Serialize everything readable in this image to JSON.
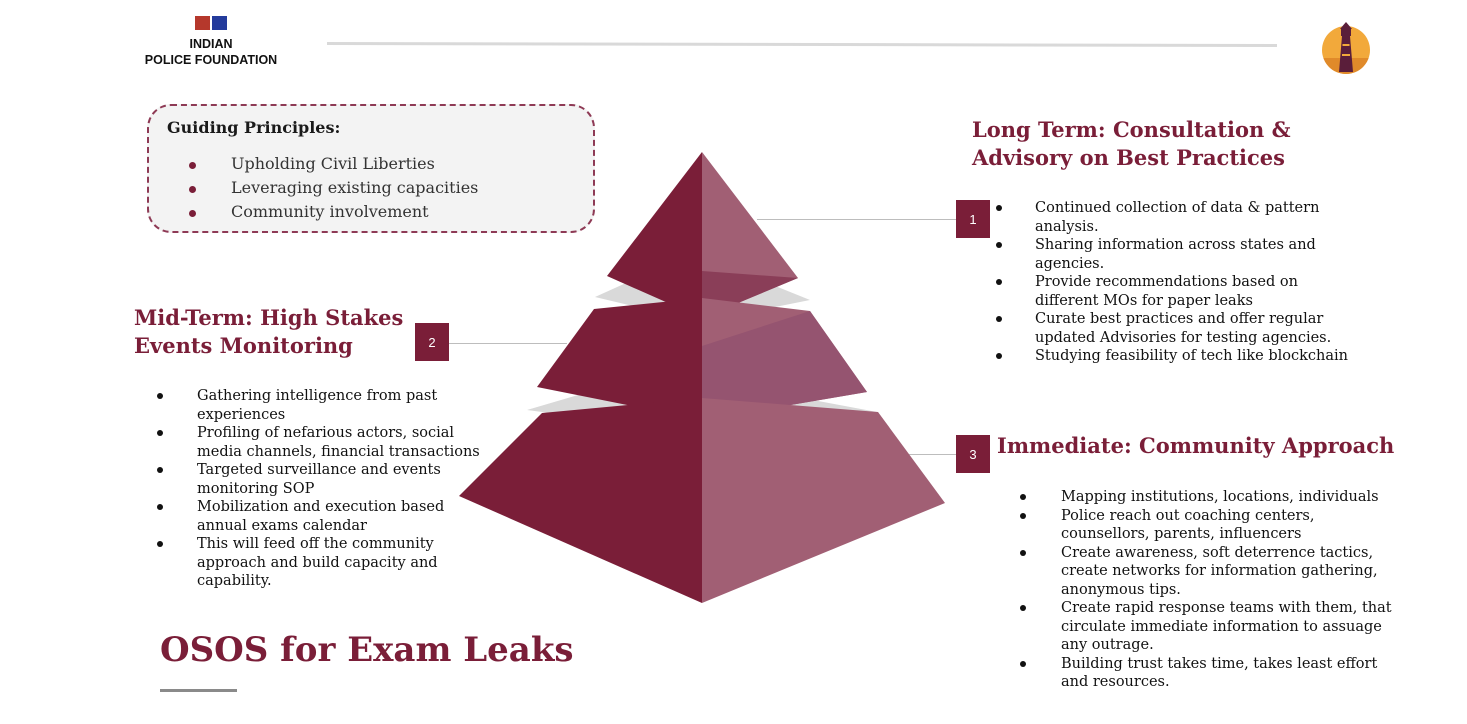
{
  "header": {
    "logo_line1": "INDIAN",
    "logo_line2": "POLICE FOUNDATION",
    "logo_colors": [
      "#b5382c",
      "#243b9c"
    ],
    "right_logo_icon": "lighthouse-icon"
  },
  "principles": {
    "title": "Guiding Principles:",
    "items": [
      "Upholding Civil Liberties",
      "Leveraging existing capacities",
      "Community involvement"
    ]
  },
  "tiers": {
    "long_term": {
      "number": "1",
      "heading": "Long Term: Consultation & Advisory on Best Practices",
      "bullets": [
        "Continued collection of data & pattern analysis.",
        "Sharing information across states and agencies.",
        "Provide recommendations based on different MOs for paper leaks",
        "Curate best practices and offer regular updated Advisories for testing agencies.",
        "Studying feasibility of tech like blockchain"
      ]
    },
    "mid_term": {
      "number": "2",
      "heading": "Mid-Term: High Stakes Events Monitoring",
      "bullets": [
        "Gathering intelligence from past experiences",
        "Profiling of nefarious actors, social media channels, financial transactions",
        "Targeted surveillance and events monitoring SOP",
        "Mobilization and execution based annual exams calendar",
        "This will feed off the community approach and build capacity and capability."
      ]
    },
    "immediate": {
      "number": "3",
      "heading": "Immediate: Community Approach",
      "bullets": [
        "Mapping institutions, locations, individuals",
        "Police reach out coaching centers, counsellors, parents, influencers",
        "Create awareness, soft deterrence tactics, create networks for information gathering, anonymous tips.",
        "Create rapid response teams with them, that circulate immediate information to assuage any outrage.",
        "Building trust takes time, takes least effort and resources."
      ]
    }
  },
  "footer": {
    "title": "OSOS for Exam Leaks"
  },
  "colors": {
    "accent": "#7a1e38",
    "accent_light": "#a15f74",
    "band": "#d9d9d9",
    "principles_bg": "#f3f3f3"
  }
}
